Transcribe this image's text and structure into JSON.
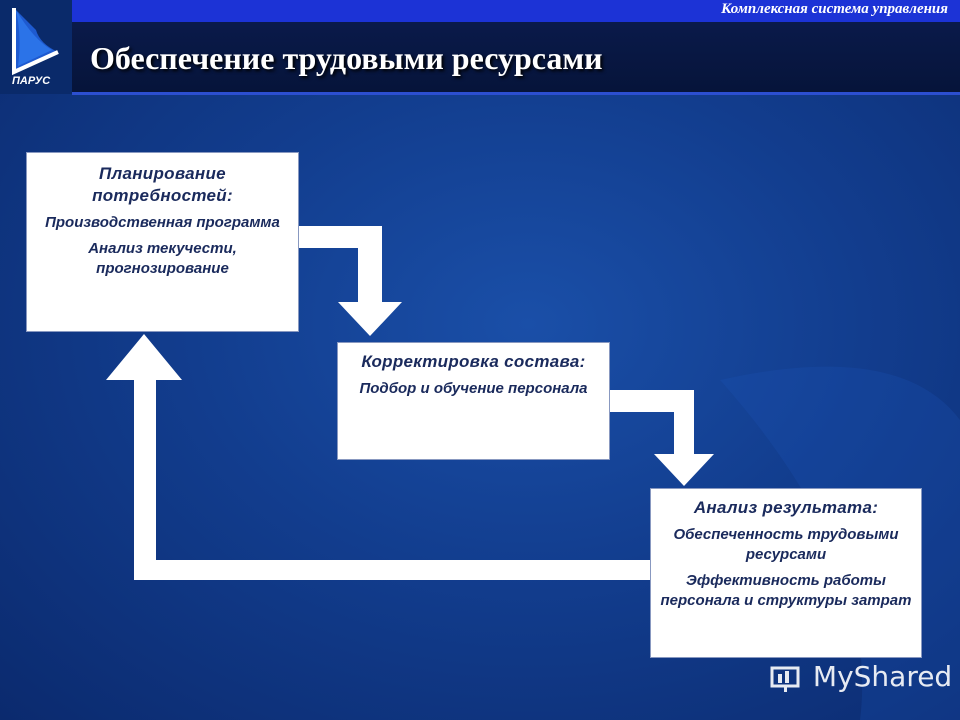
{
  "header": {
    "top_label": "Комплексная система управления",
    "title": "Обеспечение трудовыми ресурсами",
    "logo_text": "ПАРУС"
  },
  "boxes": {
    "planning": {
      "head": "Планирование потребностей:",
      "items": [
        "Производственная программа",
        "Анализ текучести, прогнозирование"
      ]
    },
    "correction": {
      "head": "Корректировка состава:",
      "items": [
        "Подбор и обучение персонала"
      ]
    },
    "analysis": {
      "head": "Анализ результата:",
      "items": [
        "Обеспеченность трудовыми ресурсами",
        "Эффективность работы персонала и структуры затрат"
      ]
    }
  },
  "watermark": "MyShared"
}
